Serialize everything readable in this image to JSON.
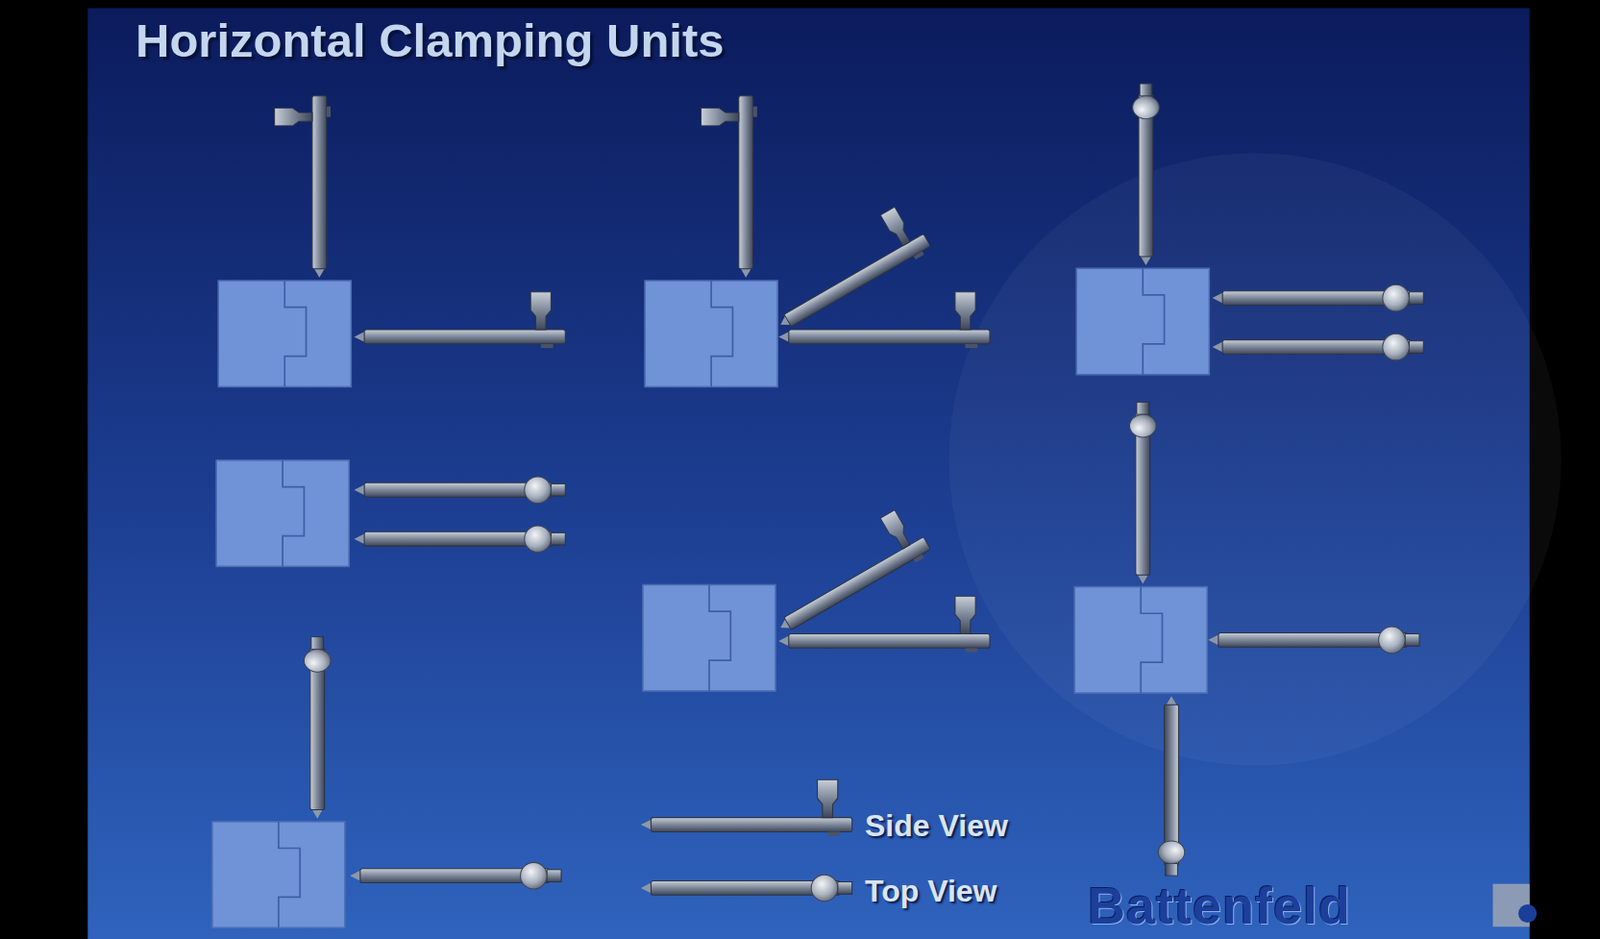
{
  "diagram": {
    "title": "Horizontal Clamping Units",
    "labels": [
      "Side View",
      "Top View",
      "Battenfeld"
    ]
  }
}
